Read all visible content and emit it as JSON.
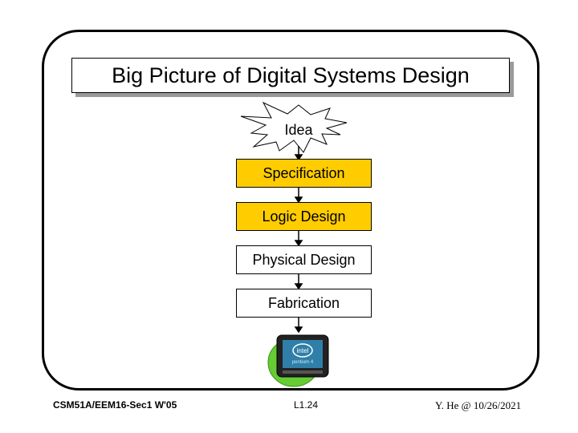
{
  "slide": {
    "title": "Big Picture of Digital Systems Design"
  },
  "flow": {
    "idea": "Idea",
    "steps": [
      {
        "label": "Specification",
        "color": "#ffcc00"
      },
      {
        "label": "Logic Design",
        "color": "#ffcc00"
      },
      {
        "label": "Physical Design",
        "color": "#ffffff"
      },
      {
        "label": "Fabrication",
        "color": "#ffffff"
      }
    ],
    "product_icon": "intel-pentium-chip-icon",
    "product_logo_text": "intel",
    "product_sub_text": "pentium 4"
  },
  "footer": {
    "course": "CSM51A/EEM16-Sec1 W'05",
    "page": "L1.24",
    "author": "Y. He @ 10/26/2021"
  }
}
